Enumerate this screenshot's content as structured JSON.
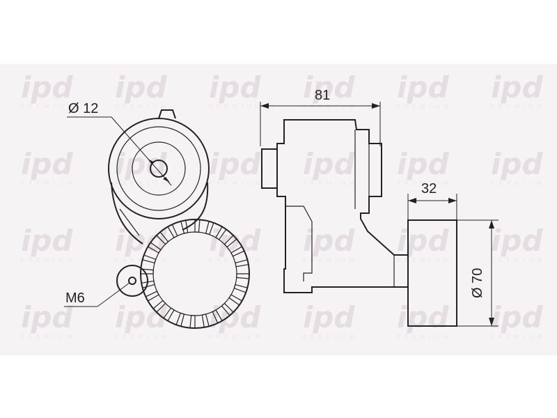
{
  "watermark": {
    "logo": "ipd",
    "tagline": "PREMIUM"
  },
  "labels": {
    "bore_diameter": "Ø 12",
    "thread": "M6",
    "overall_width": "81",
    "pulley_width": "32",
    "pulley_diameter": "Ø 70"
  },
  "colors": {
    "line": "#222222",
    "watermark": "#e4dde2",
    "band": "#f3f0f2"
  }
}
